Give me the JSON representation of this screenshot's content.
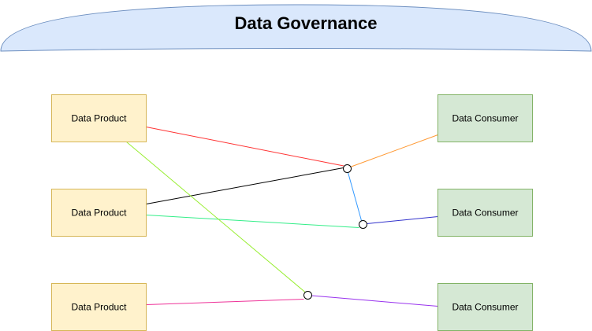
{
  "diagram": {
    "title": "Data Governance",
    "colors": {
      "banner_fill": "#dae8fc",
      "banner_stroke": "#6c8ebf",
      "product_fill": "#fff2cc",
      "product_stroke": "#d6b656",
      "consumer_fill": "#d5e8d4",
      "consumer_stroke": "#82b366",
      "junction_fill": "#ffffff",
      "junction_stroke": "#000000"
    },
    "products": [
      {
        "label": "Data Product"
      },
      {
        "label": "Data Product"
      },
      {
        "label": "Data Product"
      }
    ],
    "consumers": [
      {
        "label": "Data Consumer"
      },
      {
        "label": "Data Consumer"
      },
      {
        "label": "Data Consumer"
      }
    ],
    "connectors": [
      {
        "from": "product-1",
        "to": "junction-1",
        "color": "#ff3333"
      },
      {
        "from": "product-2",
        "to": "junction-1",
        "color": "#000000"
      },
      {
        "from": "junction-1",
        "to": "consumer-1",
        "color": "#ff9933"
      },
      {
        "from": "junction-1",
        "to": "junction-2",
        "color": "#3399ff"
      },
      {
        "from": "product-2",
        "to": "junction-2",
        "color": "#33ee88"
      },
      {
        "from": "junction-2",
        "to": "consumer-2",
        "color": "#3333cc"
      },
      {
        "from": "product-1",
        "to": "junction-3",
        "color": "#99ee33"
      },
      {
        "from": "product-3",
        "to": "junction-3",
        "color": "#ee3399"
      },
      {
        "from": "junction-3",
        "to": "consumer-3",
        "color": "#9933ee"
      }
    ]
  }
}
